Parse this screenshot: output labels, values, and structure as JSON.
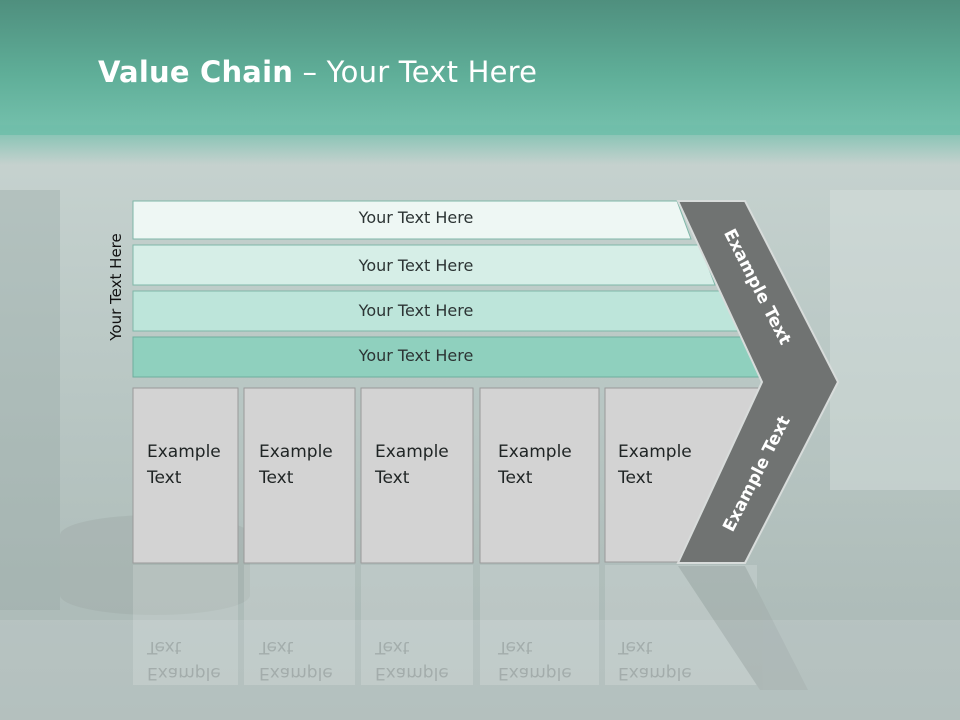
{
  "slide": {
    "title_bold": "Value Chain",
    "title_sep": " – ",
    "title_rest": "Your Text Here",
    "side_label": "Your Text Here"
  },
  "banners": [
    {
      "label": "Your Text Here",
      "color": "#eef7f4"
    },
    {
      "label": "Your Text Here",
      "color": "#d6eee7"
    },
    {
      "label": "Your Text Here",
      "color": "#bde5da"
    },
    {
      "label": "Your Text Here",
      "color": "#8fd0be"
    }
  ],
  "columns": [
    {
      "line1": "Example",
      "line2": "Text"
    },
    {
      "line1": "Example",
      "line2": "Text"
    },
    {
      "line1": "Example",
      "line2": "Text"
    },
    {
      "line1": "Example",
      "line2": "Text"
    },
    {
      "line1": "Example",
      "line2": "Text"
    }
  ],
  "arrow": {
    "upper_text": "Example Text",
    "lower_text": "Example Text",
    "color": "#707372"
  },
  "colors": {
    "header": "#5fae98",
    "column_fill": "#d3d3d3"
  }
}
